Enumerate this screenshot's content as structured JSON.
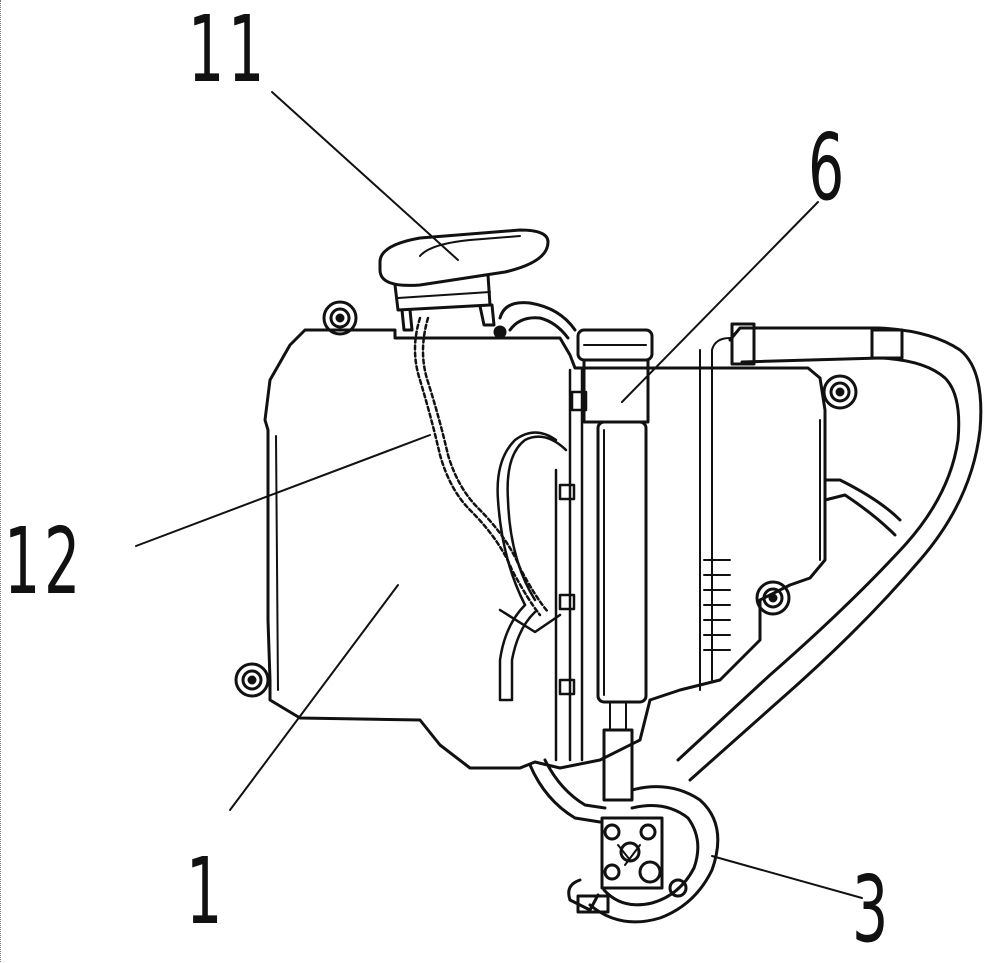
{
  "figure": {
    "labels": {
      "reservoir_tank": "1",
      "outlet_hose": "3",
      "pump": "6",
      "filler_cap": "11",
      "tether_chain": "12"
    }
  }
}
